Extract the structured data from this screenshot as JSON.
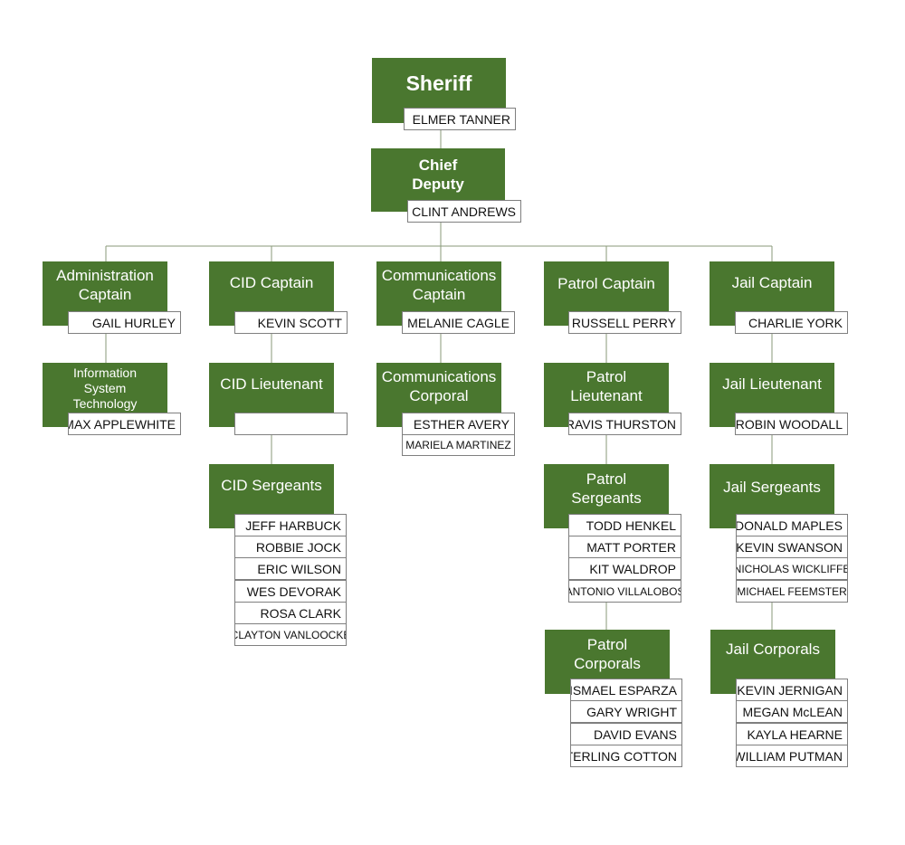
{
  "colors": {
    "box": "#4a772f",
    "line": "#8a9a7a",
    "name_border": "#7f7f7f"
  },
  "sheriff": {
    "title": "Sheriff",
    "name": "ELMER TANNER"
  },
  "chief_deputy": {
    "title": "Chief\nDeputy",
    "name": "CLINT ANDREWS"
  },
  "admin": {
    "captain": {
      "title": "Administration\nCaptain",
      "name": "GAIL HURLEY"
    },
    "ist": {
      "title": "Information\nSystem\nTechnology",
      "name": "MAX APPLEWHITE"
    }
  },
  "cid": {
    "captain": {
      "title": "CID Captain",
      "name": "KEVIN SCOTT"
    },
    "lieutenant": {
      "title": "CID Lieutenant",
      "name": ""
    },
    "sergeants": {
      "title": "CID Sergeants",
      "names": [
        "JEFF HARBUCK",
        "ROBBIE JOCK",
        "ERIC WILSON",
        "WES DEVORAK",
        "ROSA CLARK",
        "CLAYTON VANLOOCKE"
      ]
    }
  },
  "comm": {
    "captain": {
      "title": "Communications\nCaptain",
      "name": "MELANIE CAGLE"
    },
    "corporal": {
      "title": "Communications\nCorporal",
      "names": [
        "ESTHER AVERY",
        "MARIELA MARTINEZ"
      ]
    }
  },
  "patrol": {
    "captain": {
      "title": "Patrol Captain",
      "name": "RUSSELL PERRY"
    },
    "lieutenant": {
      "title": "Patrol\nLieutenant",
      "name": "TRAVIS THURSTON"
    },
    "sergeants": {
      "title": "Patrol\nSergeants",
      "names": [
        "TODD HENKEL",
        "MATT PORTER",
        "KIT WALDROP",
        "ANTONIO VILLALOBOS"
      ]
    },
    "corporals": {
      "title": "Patrol\nCorporals",
      "names": [
        "ISMAEL ESPARZA",
        "GARY WRIGHT",
        "DAVID EVANS",
        "STERLING COTTON"
      ]
    }
  },
  "jail": {
    "captain": {
      "title": "Jail Captain",
      "name": "CHARLIE YORK"
    },
    "lieutenant": {
      "title": "Jail Lieutenant",
      "name": "ROBIN WOODALL"
    },
    "sergeants": {
      "title": "Jail Sergeants",
      "names": [
        "DONALD MAPLES",
        "KEVIN SWANSON",
        "NICHOLAS WICKLIFFE",
        "MICHAEL FEEMSTER"
      ]
    },
    "corporals": {
      "title": "Jail Corporals",
      "names": [
        "KEVIN JERNIGAN",
        "MEGAN McLEAN",
        "KAYLA HEARNE",
        "WILLIAM PUTMAN"
      ]
    }
  }
}
